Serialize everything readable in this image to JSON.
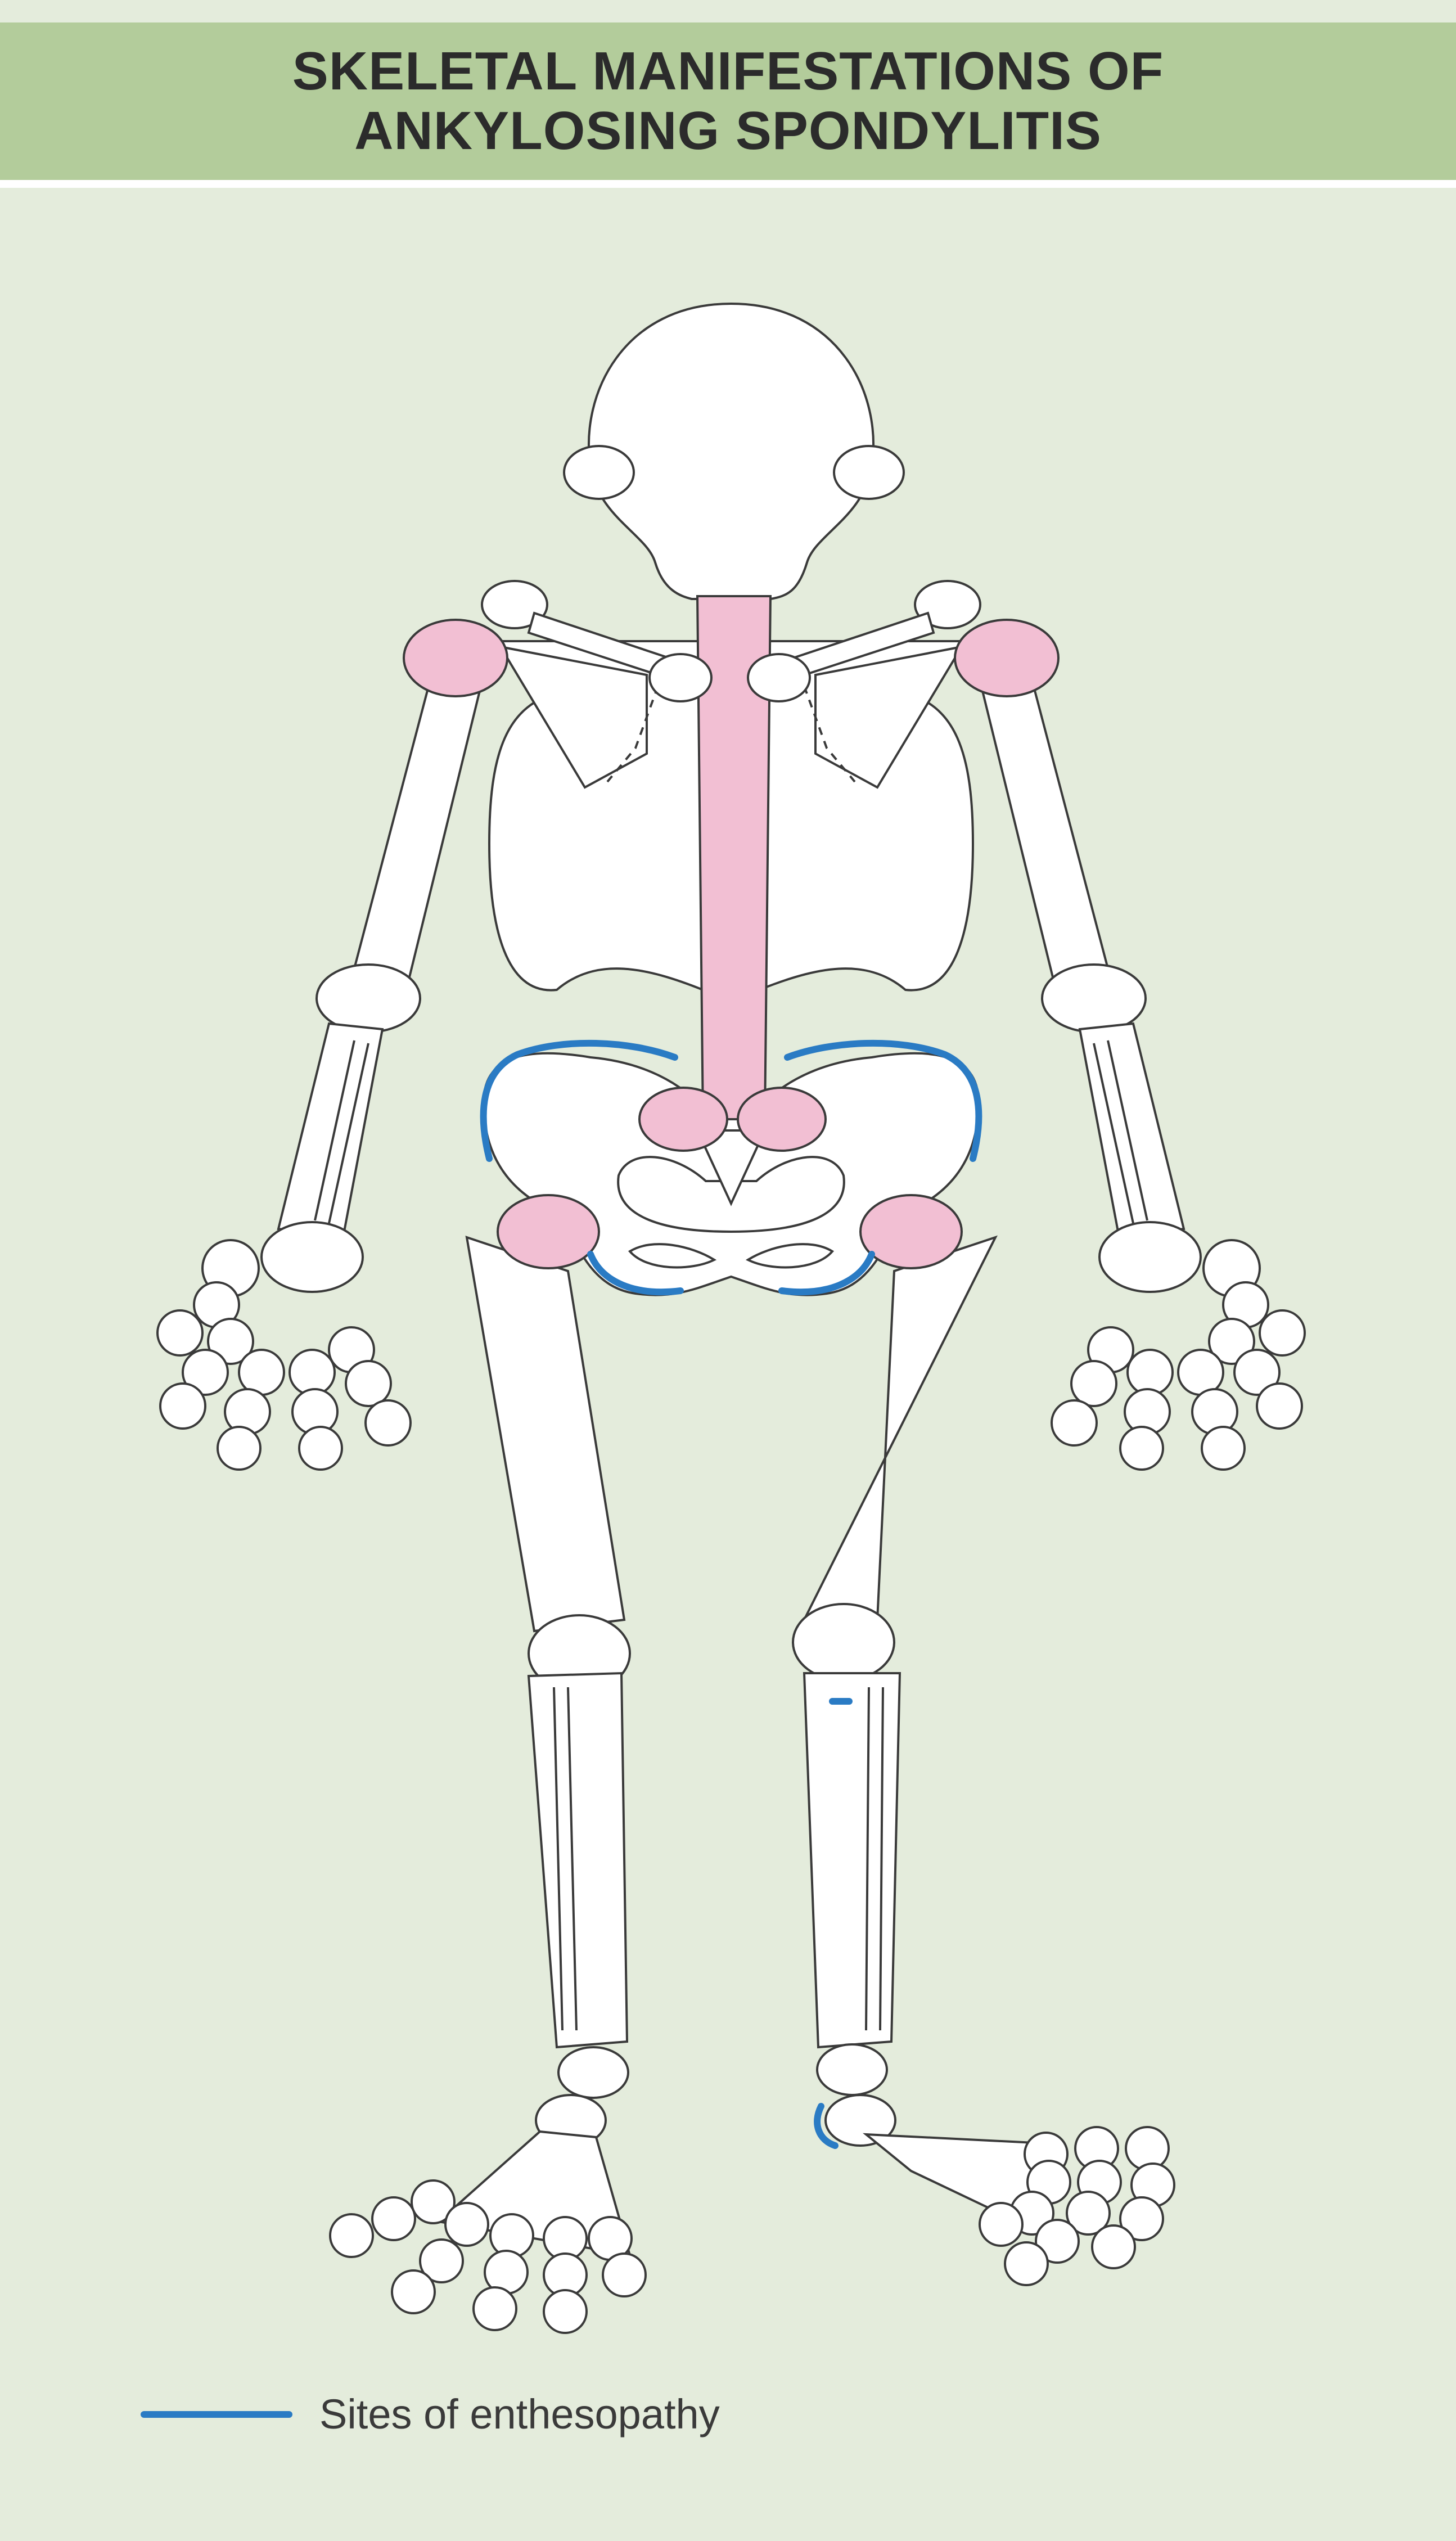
{
  "title": {
    "line1": "SKELETAL MANIFESTATIONS OF",
    "line2": "ANKYLOSING SPONDYLITIS"
  },
  "legend": {
    "label": "Sites of enthesopathy",
    "color": "#2a7bc4"
  },
  "colors": {
    "background": "#e4ecdc",
    "header": "#b3cc9b",
    "affected_joint": "#f2bfd3",
    "bone": "#ffffff",
    "outline": "#3a3a3a",
    "enthesopathy": "#2a7bc4"
  }
}
